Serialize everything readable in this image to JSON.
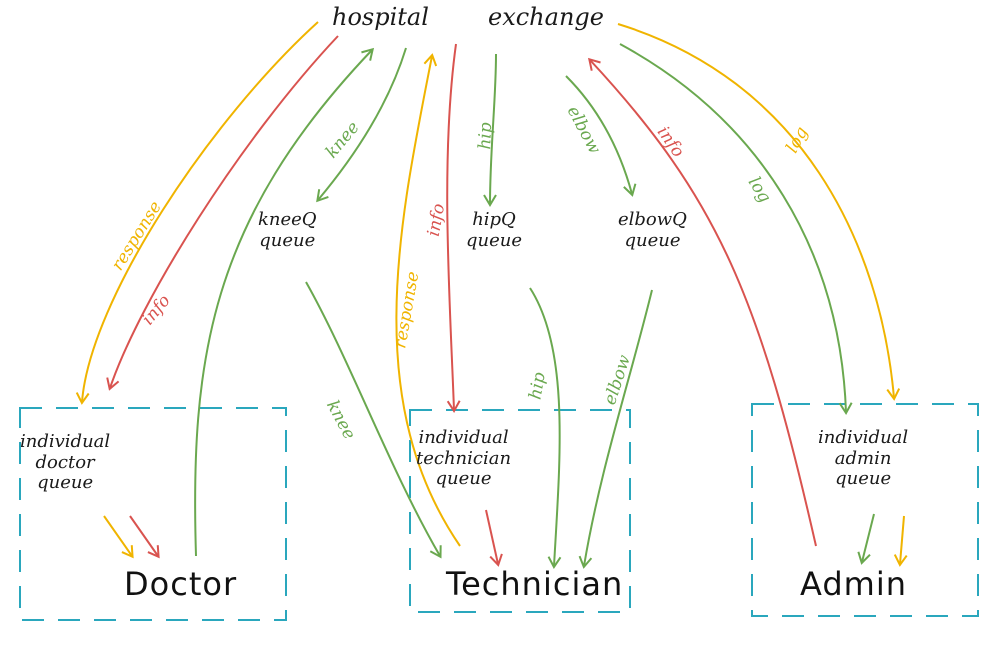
{
  "colors": {
    "green": "#6aa84f",
    "red": "#d9534f",
    "yellow": "#f0b400",
    "box": "#2aa7bd"
  },
  "nodes": {
    "hospital": "hospital",
    "exchange": "exchange",
    "kneeQ": "kneeQ\nqueue",
    "hipQ": "hipQ\nqueue",
    "elbowQ": "elbowQ\nqueue",
    "doctor_queue": "individual\ndoctor\nqueue",
    "technician_queue": "individual\ntechnician\nqueue",
    "admin_queue": "individual\nadmin\nqueue",
    "doctor": "Doctor",
    "technician": "Technician",
    "admin": "Admin"
  },
  "edge_labels": {
    "response_left": "response",
    "info_left": "info",
    "knee_top": "knee",
    "response_mid": "response",
    "info_mid": "info",
    "hip_top": "hip",
    "elbow_top": "elbow",
    "info_right": "info",
    "log_green": "log",
    "log_yellow": "log",
    "knee_bottom": "knee",
    "hip_bottom": "hip",
    "elbow_bottom": "elbow"
  }
}
